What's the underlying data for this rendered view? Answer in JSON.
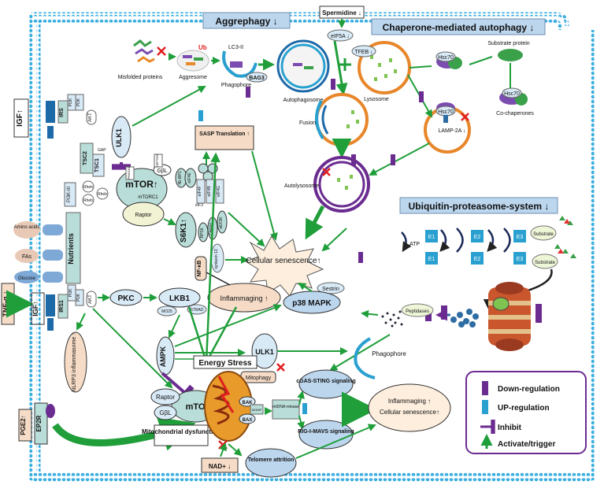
{
  "headers": {
    "aggrephagy": "Aggrephagy ↓",
    "cma": "Chaperone-mediated autophagy ↓",
    "ups": "Ubiquitin-proteasome-system ↓"
  },
  "aggrephagy": {
    "misfolded": "Misfolded proteins",
    "aggresome": "Aggresome",
    "ub": "Ub",
    "lc3": "LC3-II",
    "phagophore": "Phagophore",
    "bag3": "BAG3",
    "autophagosome": "Autophagosome"
  },
  "cma": {
    "spermidine": "Spermidine ↓",
    "eif5a": "eIF5A ↓",
    "tfeb": "TFEB ↓",
    "lysosome": "Lysosome",
    "hsc70": "Hsc70",
    "substrate": "Substrate protein",
    "cochaperones": "Co-chaperones",
    "lamp2a": "LAMP-2A ↓",
    "fusion": "Fusion",
    "autolysosome": "Autolysosome"
  },
  "ups": {
    "atp": "ATP",
    "e1": "E1",
    "e2": "E2",
    "e3": "E3",
    "substrate": "Substrate",
    "peptidases": "Peptidases"
  },
  "left": {
    "igf": "IGF↑",
    "irs": "IRS",
    "pi3k": "PI3K",
    "pdk": "PDK",
    "akt": "AKT",
    "tsc2": "TSC2",
    "tsc1": "TSC1",
    "gap": "GAP",
    "pi3k3": "PI3K-III",
    "rheb": "Rheb",
    "nutrients": "Nutrients",
    "amino": "Amino acids",
    "fas": "FAs",
    "glucose": "Glucose",
    "tnf": "TNF-α ↑",
    "igf2": "IGF↑",
    "irs1": "IRS1",
    "pi3k2": "PI3K",
    "pdk2": "PDK",
    "akt2": "AKT",
    "nlrp3": "NLRP3 inflammasome ↑",
    "pge2": "PGE2↑",
    "ep2r": "EP2R"
  },
  "mtor": {
    "ulk1": "ULK1",
    "mtor": "mTOR↑",
    "mtorc1": "mTORC1",
    "gbl": "GβL",
    "raptor": "Raptor",
    "pras40": "PRAS40",
    "deptor": "DEPTOR",
    "ebp": "4E-BP1",
    "eif4e": "eIF4E",
    "s6k1": "S6K1↑",
    "sasp": "SASP Translation ↑",
    "eif4f": "eIF4F",
    "eif4b": "eIF4B",
    "eif4g": "eIF4G",
    "eif3": "eIF3",
    "rps6": "RPS6",
    "cbp80": "CBP80",
    "eef2k": "eEF2K",
    "syntaxin": "syntaxin 13",
    "nfkb": "NF-κB"
  },
  "center": {
    "senescence": "Cellular senescence↑",
    "sestrin": "Sestrin",
    "p38": "p38 MAPK",
    "pkc": "PKC",
    "lkb1": "LKB1",
    "mo25": "MO25",
    "strad": "STRAD",
    "inflammaging": "Inflammaging ↑",
    "ampk": "AMPK",
    "ulk1b": "ULK1",
    "mitophagy": "Mitophagy",
    "energy": "Energy Stress",
    "phagophore2": "Phagophore",
    "raptor2": "Raptor",
    "gbl2": "GβL",
    "mtor2": "mTOR",
    "mitodys": "Mitochondrial dysfunction",
    "bak": "BAK",
    "bax": "BAX",
    "mcmp": "MOMP",
    "mtdna": "mtDNA release",
    "cgas": "cGAS-STING signaling",
    "rig": "RIG-I-MAVS signaling",
    "telomere": "Telomere attrition",
    "nad": "NAD+ ↓",
    "outcome1": "Inflammaging ↑",
    "outcome2": "Cellular senescence↑"
  },
  "legend": {
    "down": "Down-regulation",
    "up": "UP-regulation",
    "inhibit": "Inhibit",
    "activate": "Activate/trigger"
  },
  "colors": {
    "membrane": "#3aaee0",
    "header": "#bcd6ee",
    "green": "#1f9e3a",
    "purple": "#6b2c91",
    "lysosome": "#e8862a",
    "blue": "#2e6da4",
    "salmon": "#f6dcc7",
    "teal": "#b9ddd8"
  }
}
